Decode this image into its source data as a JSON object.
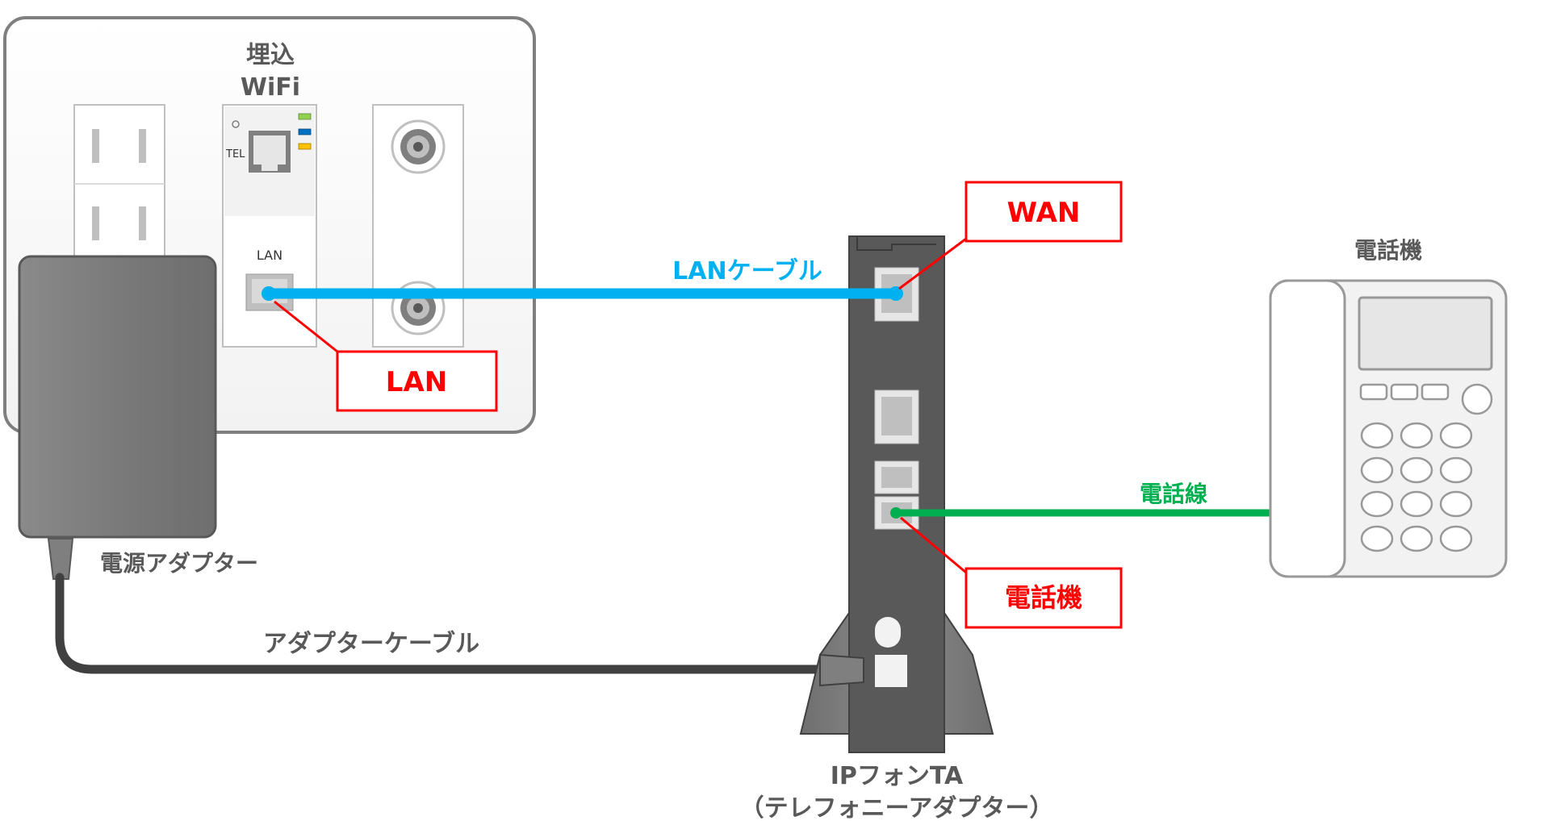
{
  "wall_plate": {
    "title_line1": "埋込",
    "title_line2": "WiFi",
    "tel_label": "TEL",
    "lan_port_label": "LAN"
  },
  "callouts": {
    "lan": "LAN",
    "wan": "WAN",
    "phone": "電話機"
  },
  "cables": {
    "lan_cable": "LANケーブル",
    "phone_line": "電話線",
    "adapter_cable": "アダプターケーブル"
  },
  "devices": {
    "power_adapter": "電源アダプター",
    "ip_phone_ta_line1": "IPフォンTA",
    "ip_phone_ta_line2": "（テレフォニーアダプター）",
    "telephone": "電話機"
  },
  "colors": {
    "lan_cable": "#00b0f0",
    "phone_line": "#00b050",
    "callout_red": "#ff0000",
    "adapter_gray": "#7f7f7f",
    "ta_body": "#595959"
  }
}
